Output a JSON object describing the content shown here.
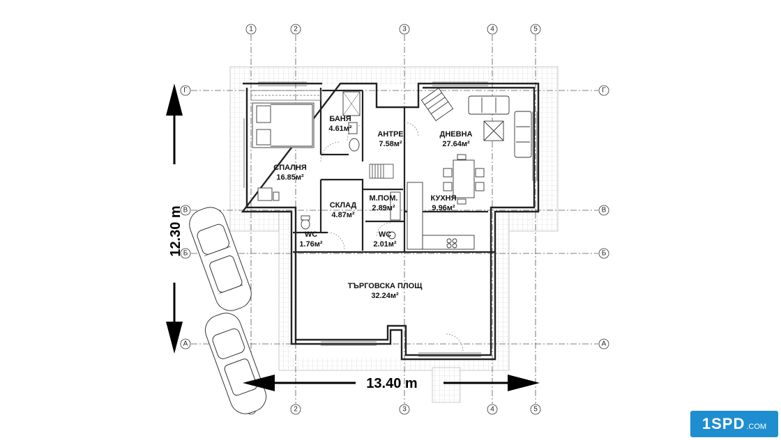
{
  "axes": {
    "vertical": [
      "1",
      "2",
      "3",
      "4",
      "5"
    ],
    "horizontal": [
      "Г",
      "В",
      "Б",
      "А"
    ]
  },
  "rooms": [
    {
      "name": "БАНЯ",
      "area": "4.61м²"
    },
    {
      "name": "АНТРЕ",
      "area": "7.58м²"
    },
    {
      "name": "ДНЕВНА",
      "area": "27.64м²"
    },
    {
      "name": "СПАЛНЯ",
      "area": "16.85м²"
    },
    {
      "name": "СКЛАД",
      "area": "4.87м²"
    },
    {
      "name": "М.ПОМ.",
      "area": "2.89м²"
    },
    {
      "name": "КУХНЯ",
      "area": "9.96м²"
    },
    {
      "name": "WC",
      "area": "1.76м²"
    },
    {
      "name": "WC",
      "area": "2.01м²"
    },
    {
      "name": "ТЪРГОВСКА ПЛОЩ",
      "area": "32.24м²"
    }
  ],
  "dimensions": {
    "width": "13.40 m",
    "height": "12.30 m"
  },
  "logo": {
    "main": "1SPD",
    "suffix": ".COM"
  },
  "colors": {
    "wall": "#222222",
    "grid": "#555555",
    "logo": "#1f8ed0",
    "terrace": "#cccccc"
  }
}
